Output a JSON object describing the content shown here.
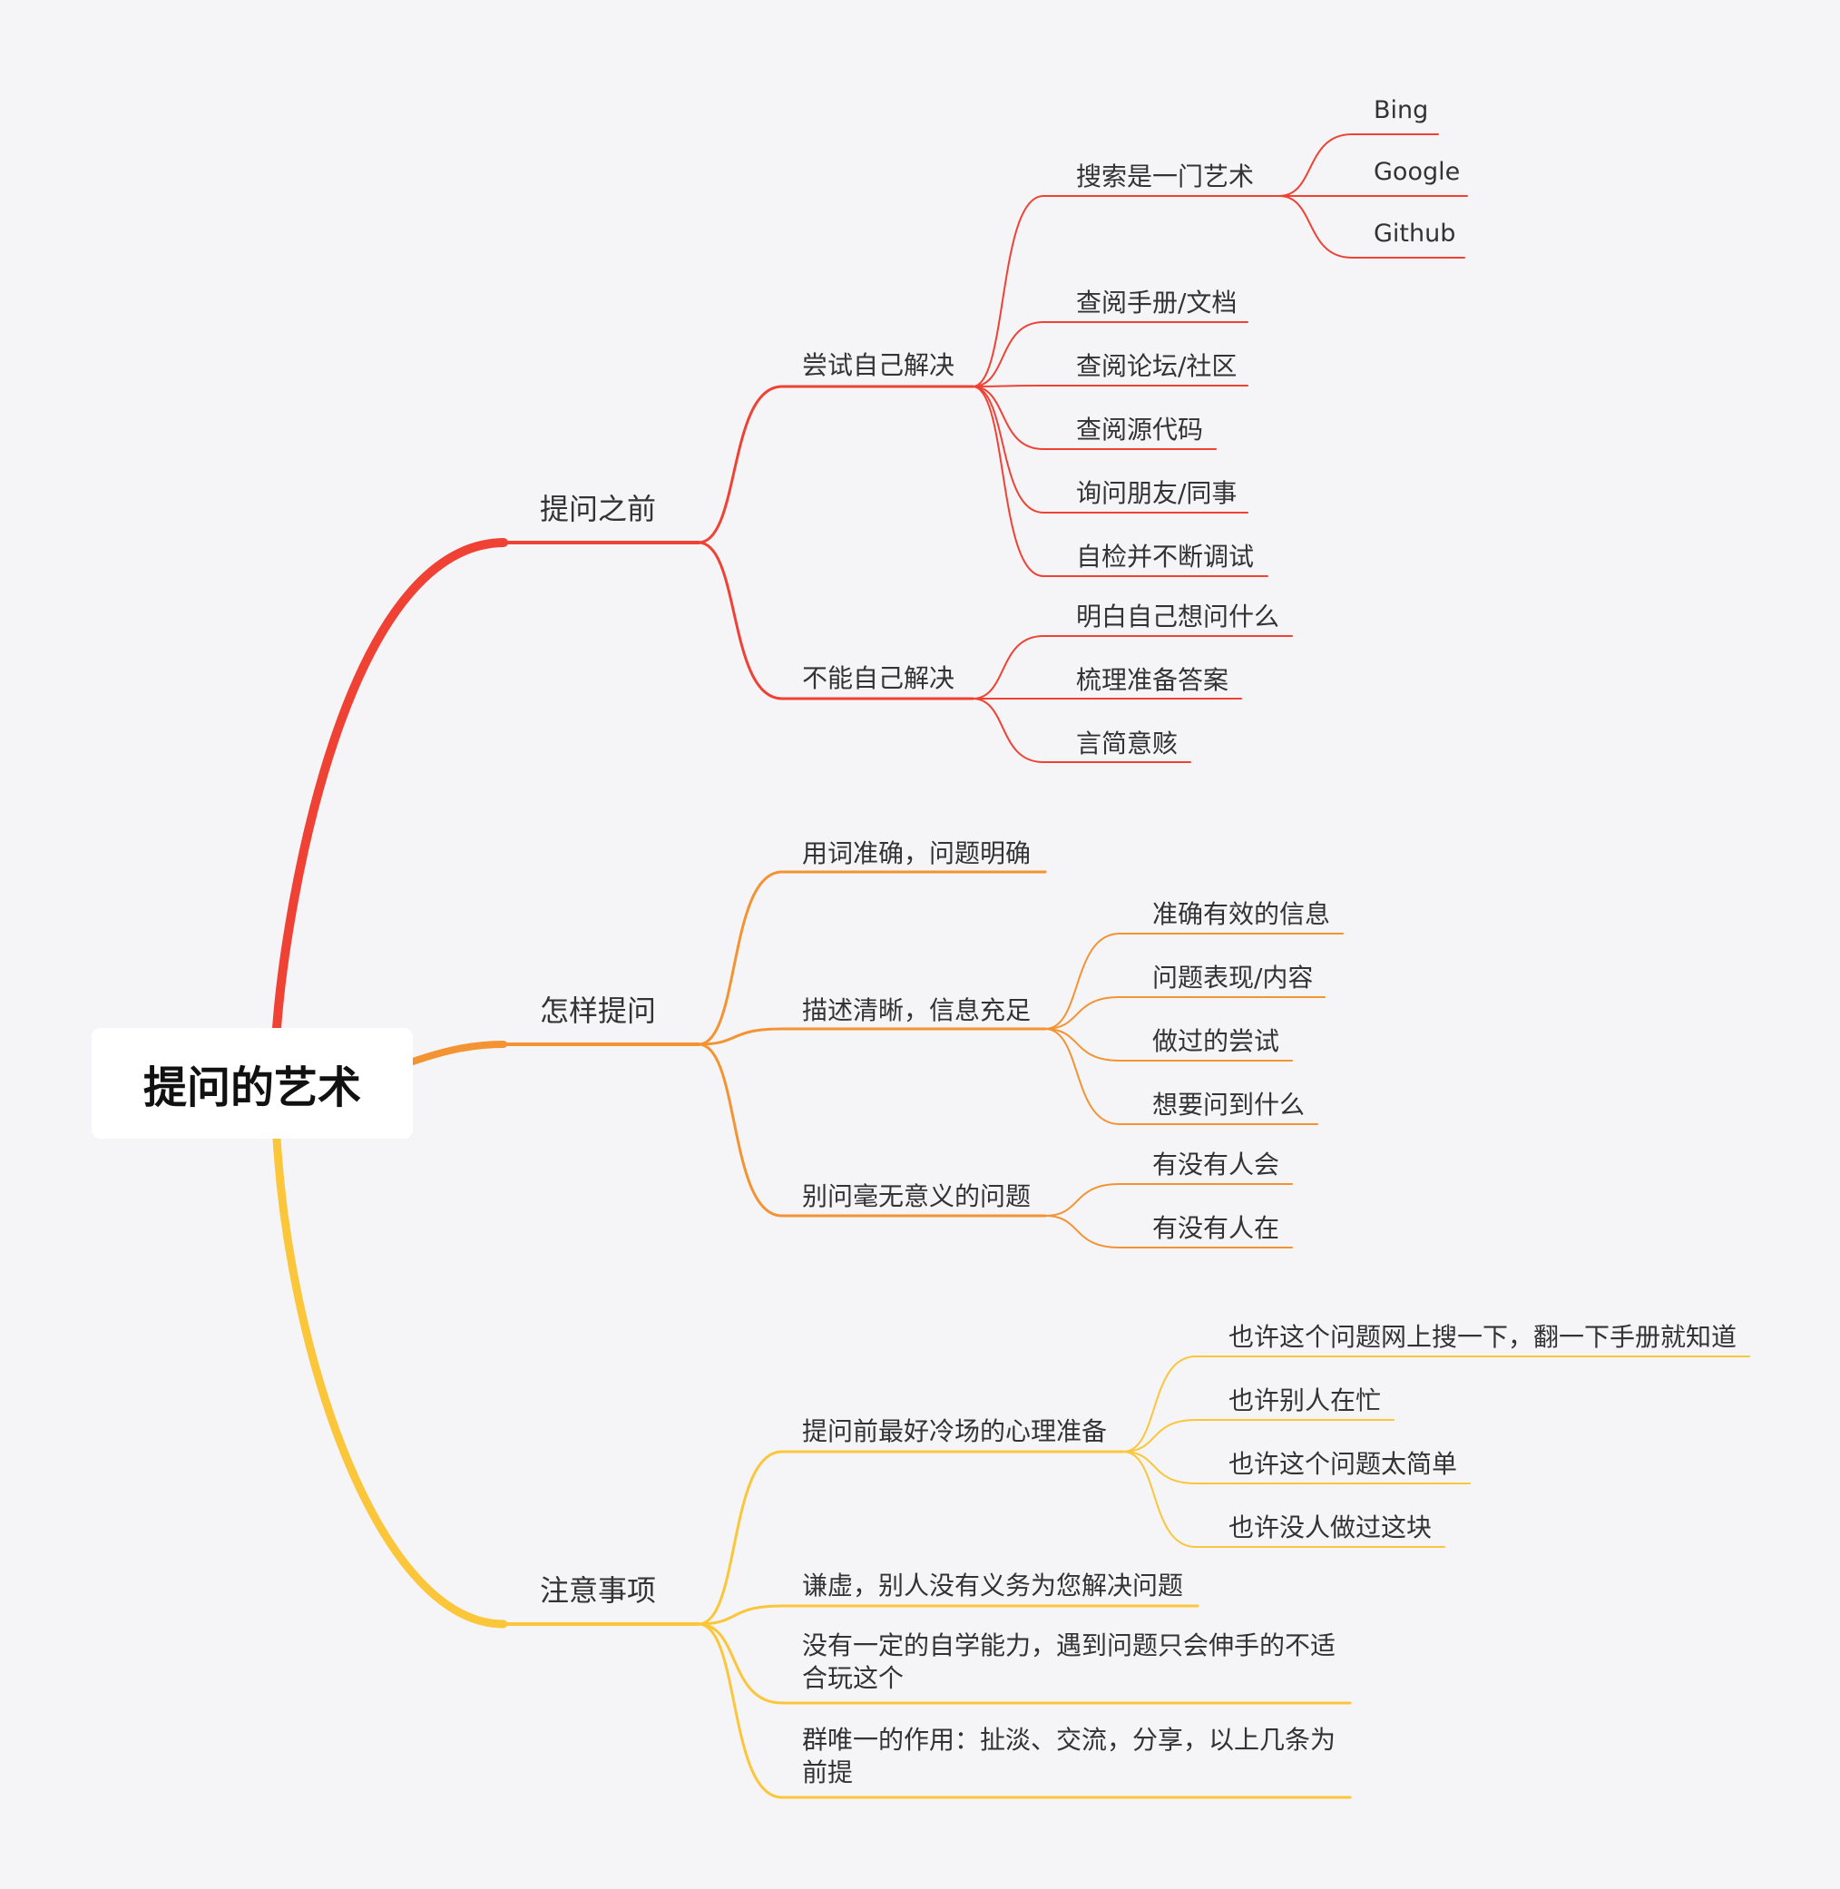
{
  "root": {
    "label": "提问的艺术"
  },
  "branches": [
    {
      "label": "提问之前",
      "color": "#ef4235",
      "children": [
        {
          "label": "尝试自己解决",
          "children": [
            {
              "label": "搜索是一门艺术",
              "children": [
                {
                  "label": "Bing"
                },
                {
                  "label": "Google"
                },
                {
                  "label": "Github"
                }
              ]
            },
            {
              "label": "查阅手册/文档"
            },
            {
              "label": "查阅论坛/社区"
            },
            {
              "label": "查阅源代码"
            },
            {
              "label": "询问朋友/同事"
            },
            {
              "label": "自检并不断调试"
            }
          ]
        },
        {
          "label": "不能自己解决",
          "children": [
            {
              "label": "明白自己想问什么"
            },
            {
              "label": "梳理准备答案"
            },
            {
              "label": "言简意赅"
            }
          ]
        }
      ]
    },
    {
      "label": "怎样提问",
      "color": "#f49332",
      "children": [
        {
          "label": "用词准确，问题明确"
        },
        {
          "label": "描述清晰，信息充足",
          "children": [
            {
              "label": "准确有效的信息"
            },
            {
              "label": "问题表现/内容"
            },
            {
              "label": "做过的尝试"
            },
            {
              "label": "想要问到什么"
            }
          ]
        },
        {
          "label": "别问毫无意义的问题",
          "children": [
            {
              "label": "有没有人会"
            },
            {
              "label": "有没有人在"
            }
          ]
        }
      ]
    },
    {
      "label": "注意事项",
      "color": "#fbc63a",
      "children": [
        {
          "label": "提问前最好冷场的心理准备",
          "children": [
            {
              "label": "也许这个问题网上搜一下，翻一下手册就知道"
            },
            {
              "label": "也许别人在忙"
            },
            {
              "label": "也许这个问题太简单"
            },
            {
              "label": "也许没人做过这块"
            }
          ]
        },
        {
          "label": "谦虚，别人没有义务为您解决问题"
        },
        {
          "label": "没有一定的自学能力，遇到问题只会伸手的不适合玩这个"
        },
        {
          "label": "群唯一的作用：扯淡、交流，分享，以上几条为前提"
        }
      ]
    }
  ]
}
